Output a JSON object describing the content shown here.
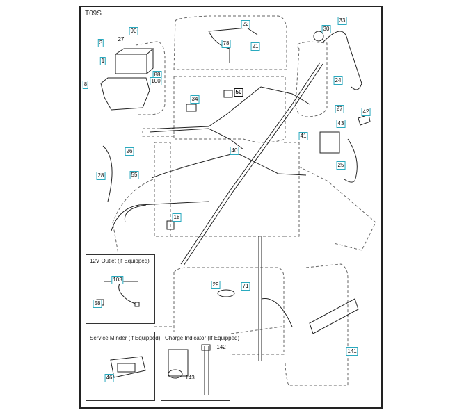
{
  "diagram_code": "T09S",
  "insets": [
    {
      "title": "12V Outlet (If Equipped)"
    },
    {
      "title": "Service Minder (If Equipped)"
    },
    {
      "title": "Charge Indicator (If Equipped)"
    }
  ],
  "callouts": [
    {
      "label": "90",
      "style": "boxed"
    },
    {
      "label": "3",
      "style": "boxed"
    },
    {
      "label": "27",
      "style": "plain"
    },
    {
      "label": "1",
      "style": "boxed"
    },
    {
      "label": "8",
      "style": "boxed"
    },
    {
      "label": "88",
      "style": "boxed"
    },
    {
      "label": "100",
      "style": "boxed"
    },
    {
      "label": "22",
      "style": "boxed"
    },
    {
      "label": "78",
      "style": "boxed"
    },
    {
      "label": "21",
      "style": "boxed"
    },
    {
      "label": "34",
      "style": "boxed"
    },
    {
      "label": "50",
      "style": "dark"
    },
    {
      "label": "30",
      "style": "boxed"
    },
    {
      "label": "33",
      "style": "boxed"
    },
    {
      "label": "24",
      "style": "boxed"
    },
    {
      "label": "27",
      "style": "boxed"
    },
    {
      "label": "42",
      "style": "boxed"
    },
    {
      "label": "43",
      "style": "boxed"
    },
    {
      "label": "41",
      "style": "boxed"
    },
    {
      "label": "25",
      "style": "boxed"
    },
    {
      "label": "26",
      "style": "boxed"
    },
    {
      "label": "28",
      "style": "boxed"
    },
    {
      "label": "55",
      "style": "boxed"
    },
    {
      "label": "40",
      "style": "boxed"
    },
    {
      "label": "18",
      "style": "boxed"
    },
    {
      "label": "29",
      "style": "boxed"
    },
    {
      "label": "71",
      "style": "boxed"
    },
    {
      "label": "141",
      "style": "boxed"
    },
    {
      "label": "103",
      "style": "boxed"
    },
    {
      "label": "58",
      "style": "boxed"
    },
    {
      "label": "46",
      "style": "boxed"
    },
    {
      "label": "142",
      "style": "plain"
    },
    {
      "label": "143",
      "style": "plain"
    }
  ],
  "colors": {
    "callout_border": "#2aaabf",
    "line": "#222222",
    "dashed": "#555555"
  }
}
